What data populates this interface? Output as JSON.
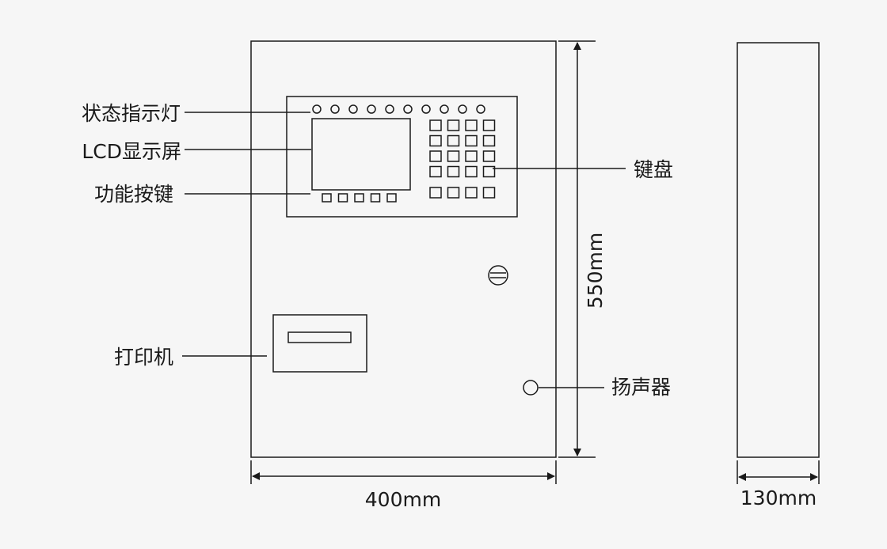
{
  "labels": {
    "status_lights": "状态指示灯",
    "lcd_screen": "LCD显示屏",
    "function_keys": "功能按键",
    "printer": "打印机",
    "keyboard": "键盘",
    "speaker": "扬声器"
  },
  "dimensions": {
    "width": "400mm",
    "height": "550mm",
    "depth": "130mm"
  },
  "components": {
    "indicator_light_count": 10,
    "keypad_rows": 4,
    "keypad_cols": 4,
    "function_key_count": 5,
    "bottom_right_key_count": 4
  },
  "colors": {
    "stroke": "#1a1a1a",
    "background": "#f6f6f6"
  }
}
